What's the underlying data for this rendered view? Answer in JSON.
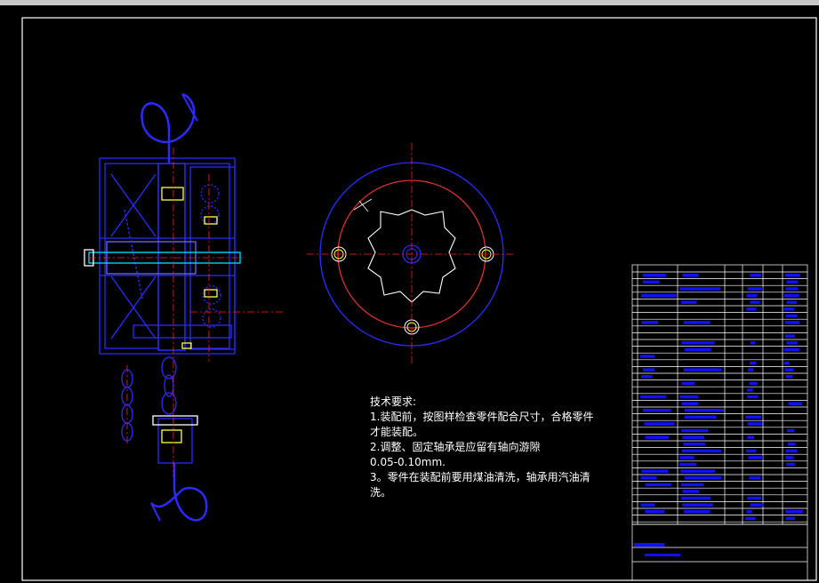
{
  "technical_requirements": {
    "title": "技术要求:",
    "lines": [
      "1.装配前，按图样检查零件配合尺寸，合格零件",
      "才能装配。",
      "2.调整、固定轴承是应留有轴向游隙",
      "0.05-0.10mm.",
      "3。零件在装配前要用煤油清洗，轴承用汽油清",
      "洗。"
    ]
  },
  "colors": {
    "background": "#000000",
    "frame": "#ffffff",
    "outline": "#2a2aff",
    "centerline": "#ff2020",
    "circle_red": "#e03030",
    "highlight": "#ffff40",
    "cyan": "#00e0ff",
    "table_fill": "#1010ff"
  },
  "icons": [
    "hook-shape",
    "chain-link",
    "bolt-circle"
  ]
}
